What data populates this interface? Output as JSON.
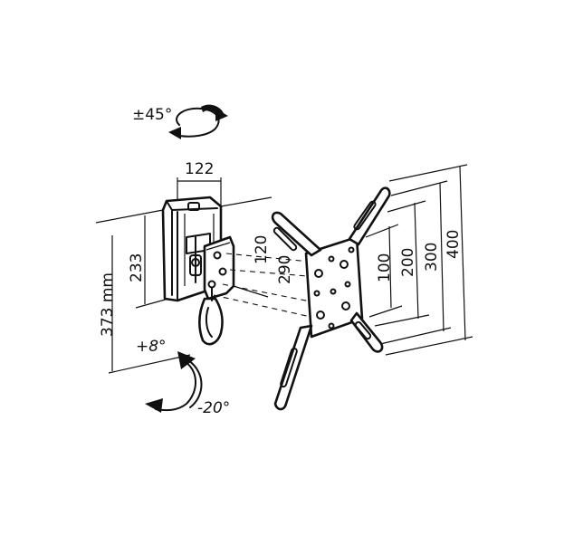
{
  "labels": {
    "swivel": "±45°",
    "tilt_up": "+8°",
    "tilt_down": "-20°",
    "bracket_width": "122",
    "bracket_height": "233",
    "total_height": "373 mm",
    "vesa_h120": "120",
    "vesa_h290": "290",
    "vesa_v100": "100",
    "vesa_v200": "200",
    "vesa_v300": "300",
    "vesa_v400": "400"
  }
}
